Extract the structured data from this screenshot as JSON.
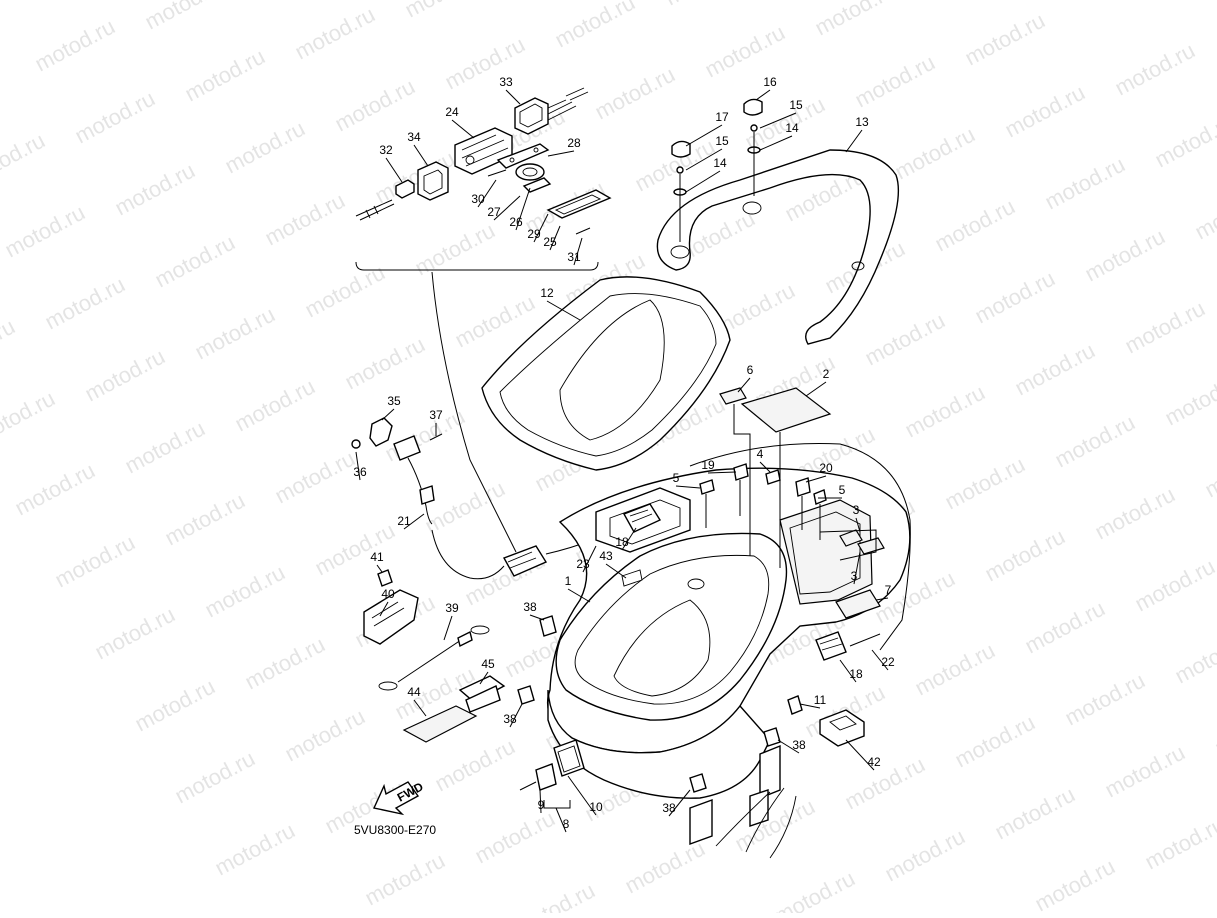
{
  "diagram": {
    "code": "5VU8300-E270",
    "watermark": "motod.ru",
    "fwd_label": "FWD",
    "part_labels": [
      {
        "num": "1"
      },
      {
        "num": "2"
      },
      {
        "num": "3"
      },
      {
        "num": "3"
      },
      {
        "num": "4"
      },
      {
        "num": "5"
      },
      {
        "num": "5"
      },
      {
        "num": "6"
      },
      {
        "num": "7"
      },
      {
        "num": "8"
      },
      {
        "num": "9"
      },
      {
        "num": "10"
      },
      {
        "num": "11"
      },
      {
        "num": "12"
      },
      {
        "num": "13"
      },
      {
        "num": "14"
      },
      {
        "num": "14"
      },
      {
        "num": "15"
      },
      {
        "num": "15"
      },
      {
        "num": "16"
      },
      {
        "num": "17"
      },
      {
        "num": "18"
      },
      {
        "num": "18"
      },
      {
        "num": "19"
      },
      {
        "num": "20"
      },
      {
        "num": "21"
      },
      {
        "num": "22"
      },
      {
        "num": "23"
      },
      {
        "num": "24"
      },
      {
        "num": "25"
      },
      {
        "num": "26"
      },
      {
        "num": "27"
      },
      {
        "num": "28"
      },
      {
        "num": "29"
      },
      {
        "num": "30"
      },
      {
        "num": "31"
      },
      {
        "num": "32"
      },
      {
        "num": "33"
      },
      {
        "num": "34"
      },
      {
        "num": "35"
      },
      {
        "num": "36"
      },
      {
        "num": "37"
      },
      {
        "num": "38"
      },
      {
        "num": "38"
      },
      {
        "num": "38"
      },
      {
        "num": "38"
      },
      {
        "num": "39"
      },
      {
        "num": "40"
      },
      {
        "num": "41"
      },
      {
        "num": "42"
      },
      {
        "num": "43"
      },
      {
        "num": "44"
      },
      {
        "num": "45"
      }
    ]
  }
}
